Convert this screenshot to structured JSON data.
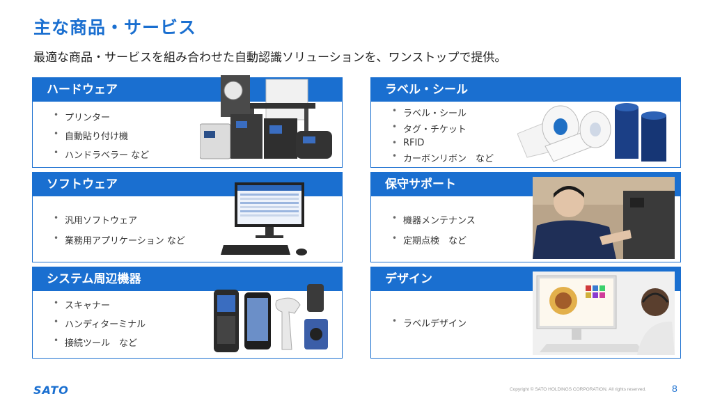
{
  "title": "主な商品・サービス",
  "subtitle": "最適な商品・サービスを組み合わせた自動認識ソリューションを、ワンストップで提供。",
  "cards": {
    "hardware": {
      "title": "ハードウェア",
      "items": [
        "プリンター",
        "自動貼り付け機",
        "ハンドラベラー など"
      ]
    },
    "label": {
      "title": "ラベル・シール",
      "items": [
        "ラベル・シール",
        "タグ・チケット",
        "RFID",
        "カーボンリボン　など"
      ]
    },
    "software": {
      "title": "ソフトウェア",
      "items": [
        "汎用ソフトウェア",
        "業務用アプリケーション など"
      ]
    },
    "support": {
      "title": "保守サポート",
      "items": [
        "機器メンテナンス",
        "定期点検　など"
      ]
    },
    "system": {
      "title": "システム周辺機器",
      "items": [
        "スキャナー",
        "ハンディターミナル",
        "接続ツール　など"
      ]
    },
    "design": {
      "title": "デザイン",
      "items": [
        "ラベルデザイン"
      ]
    }
  },
  "footer": {
    "logo": "SATO",
    "copyright": "Copyright © SATO HOLDINGS CORPORATION. All rights reserved.",
    "page": "8"
  },
  "colors": {
    "accent": "#1a6fd0"
  }
}
